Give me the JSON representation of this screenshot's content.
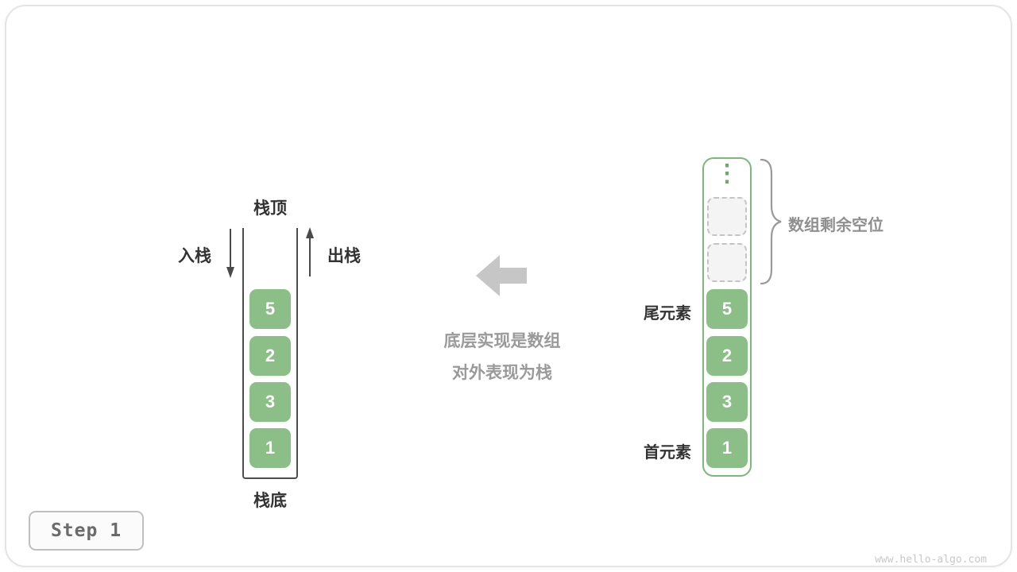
{
  "stack": {
    "top_label": "栈顶",
    "bottom_label": "栈底",
    "push_label": "入栈",
    "pop_label": "出栈",
    "values": [
      "5",
      "2",
      "3",
      "1"
    ]
  },
  "middle": {
    "caption_line1": "底层实现是数组",
    "caption_line2": "对外表现为栈"
  },
  "array": {
    "ellipsis": "⋮",
    "empty_slot_count": 2,
    "values": [
      "5",
      "2",
      "3",
      "1"
    ],
    "tail_label": "尾元素",
    "head_label": "首元素",
    "free_space_label": "数组剩余空位"
  },
  "footer": {
    "step_label": "Step 1",
    "watermark": "www.hello-algo.com"
  },
  "colors": {
    "cell_green": "#8cbf88",
    "array_border_green": "#7cb87a",
    "big_arrow_gray": "#c6c6c6",
    "caption_gray": "#9a9a9a",
    "label_dark": "#333333"
  }
}
